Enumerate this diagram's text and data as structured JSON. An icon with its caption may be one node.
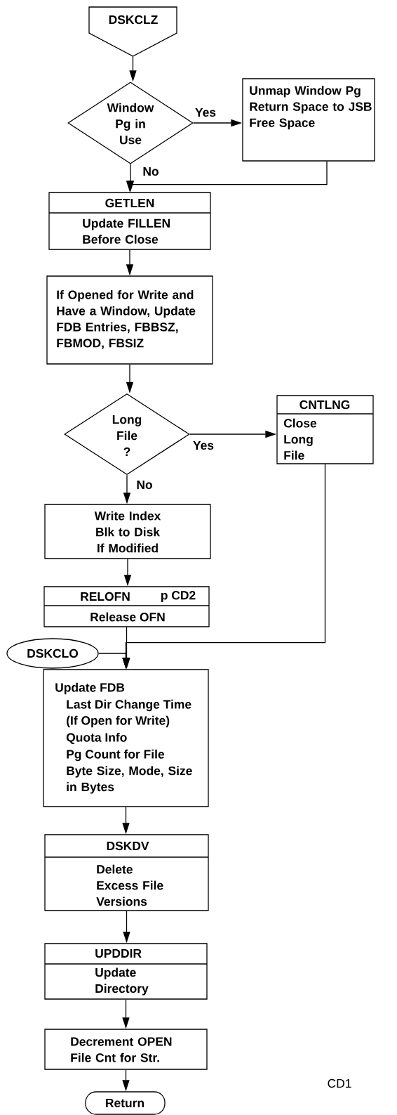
{
  "diagram": {
    "nodes": [
      {
        "text": [
          "DSKCLZ"
        ]
      },
      {
        "text": [
          "Window Pg in Use"
        ]
      },
      {
        "text": [
          "Unmap Window Pg Return Space to JSB Free Space"
        ]
      },
      {
        "text": [
          "GETLEN",
          "Update FILLEN Before Close"
        ]
      },
      {
        "text": [
          "If Opened for Write and Have a Window, Update FDB Entries, FBBSZ, FBMOD, FBSIZ"
        ]
      },
      {
        "text": [
          "Long File ?"
        ]
      },
      {
        "text": [
          "CNTLNG",
          "Close Long File"
        ]
      },
      {
        "text": [
          "Write Index Blk to Disk If Modified"
        ]
      },
      {
        "text": [
          "RELOFN",
          "p CD2",
          "Release OFN"
        ]
      },
      {
        "text": [
          "DSKCLO"
        ]
      },
      {
        "text": [
          "Update FDB",
          "Last Dir Change Time",
          "(If Open for Write)",
          "Quota Info",
          "Pg Count for File",
          "Byte Size, Mode, Size in Bytes"
        ]
      },
      {
        "text": [
          "DSKDV",
          "Delete Excess File Versions"
        ]
      },
      {
        "text": [
          "UPDDIR",
          "Update Directory"
        ]
      },
      {
        "text": [
          "Decrement OPEN File Cnt for Str."
        ]
      },
      {
        "text": [
          "Return"
        ]
      }
    ],
    "edges": [
      {
        "from": 0,
        "to": 1,
        "arrow": "to"
      },
      {
        "from": 1,
        "to": 2,
        "arrow": "to",
        "label": "Yes"
      },
      {
        "from": 1,
        "to": 3,
        "arrow": "to",
        "label": "No"
      },
      {
        "from": 2,
        "to": 3,
        "arrow": "to"
      },
      {
        "from": 3,
        "to": 4,
        "arrow": "to"
      },
      {
        "from": 4,
        "to": 5,
        "arrow": "to"
      },
      {
        "from": 5,
        "to": 6,
        "arrow": "to",
        "label": "Yes"
      },
      {
        "from": 5,
        "to": 7,
        "arrow": "to",
        "label": "No"
      },
      {
        "from": 7,
        "to": 8,
        "arrow": "to"
      },
      {
        "from": 8,
        "to": 10,
        "arrow": "to"
      },
      {
        "from": 6,
        "to": 10,
        "arrow": "to"
      },
      {
        "from": 9,
        "to": 10,
        "arrow": "to"
      },
      {
        "from": 10,
        "to": 11,
        "arrow": "to"
      },
      {
        "from": 11,
        "to": 12,
        "arrow": "to"
      },
      {
        "from": 12,
        "to": 13,
        "arrow": "to"
      },
      {
        "from": 13,
        "to": 14,
        "arrow": "to"
      }
    ],
    "labels": [
      "CD1"
    ]
  }
}
